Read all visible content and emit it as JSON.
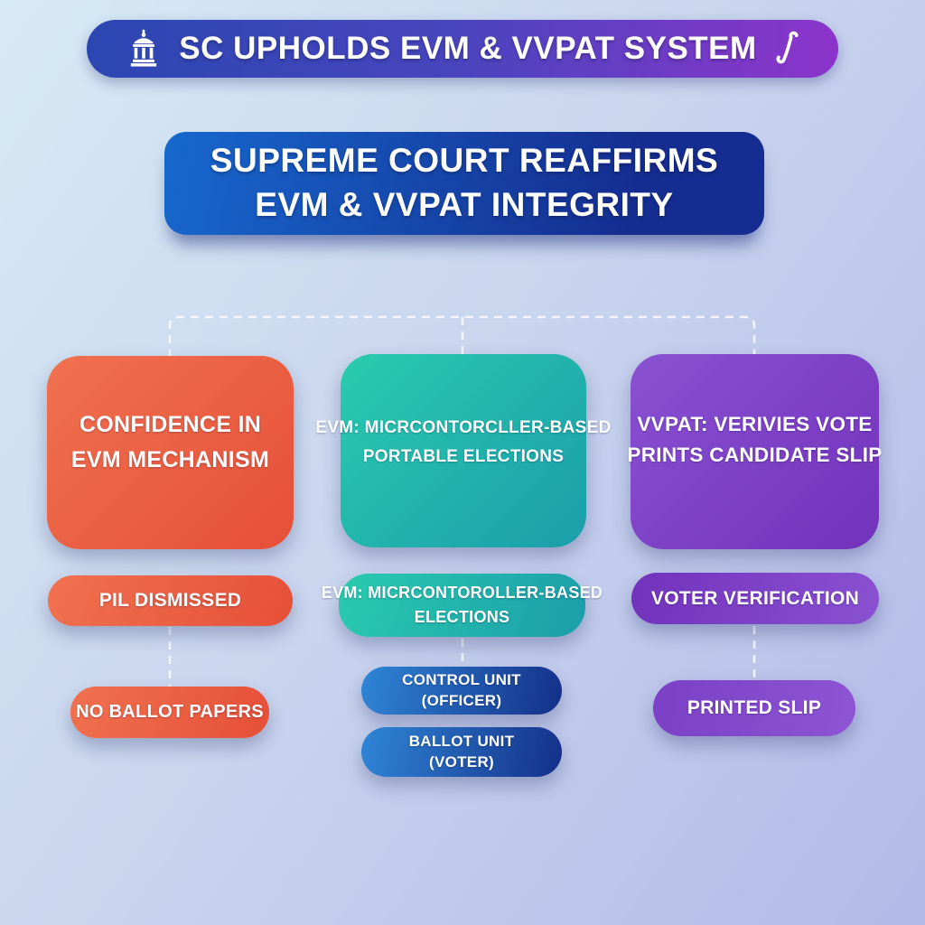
{
  "header": {
    "title": "SC UPHOLDS EVM & VVPAT SYSTEM",
    "left_icon": "courthouse-icon",
    "right_icon": "scroll-icon"
  },
  "title_card": {
    "lines": [
      "SUPREME COURT REAFFIRMS",
      "EVM & VVPAT INTEGRITY"
    ]
  },
  "columns": [
    {
      "id": "evm-confidence",
      "card_lines": [
        "CONFIDENCE IN",
        "EVM MECHANISM"
      ],
      "pills": [
        {
          "lines": [
            "PIL DISMISSED"
          ]
        },
        {
          "lines": [
            "NO BALLOT PAPERS"
          ]
        }
      ]
    },
    {
      "id": "evm-microcontroller",
      "card_lines": [
        "EVM: MICRCONTORCLLER-BASED",
        "PORTABLE ELECTIONS"
      ],
      "pills": [
        {
          "lines": [
            "EVM: MICRCONTOROLLER-BASED",
            "ELECTIONS"
          ]
        },
        {
          "lines": [
            "CONTROL UNIT",
            "(OFFICER)"
          ]
        },
        {
          "lines": [
            "BALLOT UNIT",
            "(VOTER)"
          ]
        }
      ]
    },
    {
      "id": "vvpat",
      "card_lines": [
        "VVPAT: VERIVIES VOTE",
        "PRINTS CANDIDATE SLIP"
      ],
      "pills": [
        {
          "lines": [
            "VOTER VERIFICATION"
          ]
        },
        {
          "lines": [
            "PRINTED SLIP"
          ]
        }
      ]
    }
  ],
  "colors": {
    "bg_start": "#d6eaf5",
    "bg_mid": "#c9d4ee",
    "bg_end": "#b2bae7",
    "banner_start": "#2b46b2",
    "banner_mid": "#4845bd",
    "banner_end": "#8c34cb",
    "title_start": "#1768ce",
    "title_end": "#152d90",
    "orange_start": "#f0714f",
    "orange_end": "#e64f38",
    "teal_start": "#29cbae",
    "teal_end": "#1b9daa",
    "purple_start": "#8a51d2",
    "purple_end": "#7232bc",
    "purple_pill2_start": "#7b40c6",
    "purple_pill2_end": "#8d55d4",
    "blue_pill_start": "#2f86d6",
    "blue_pill_end": "#143089",
    "connector": "#f4f8fd",
    "text": "#ffffff"
  }
}
